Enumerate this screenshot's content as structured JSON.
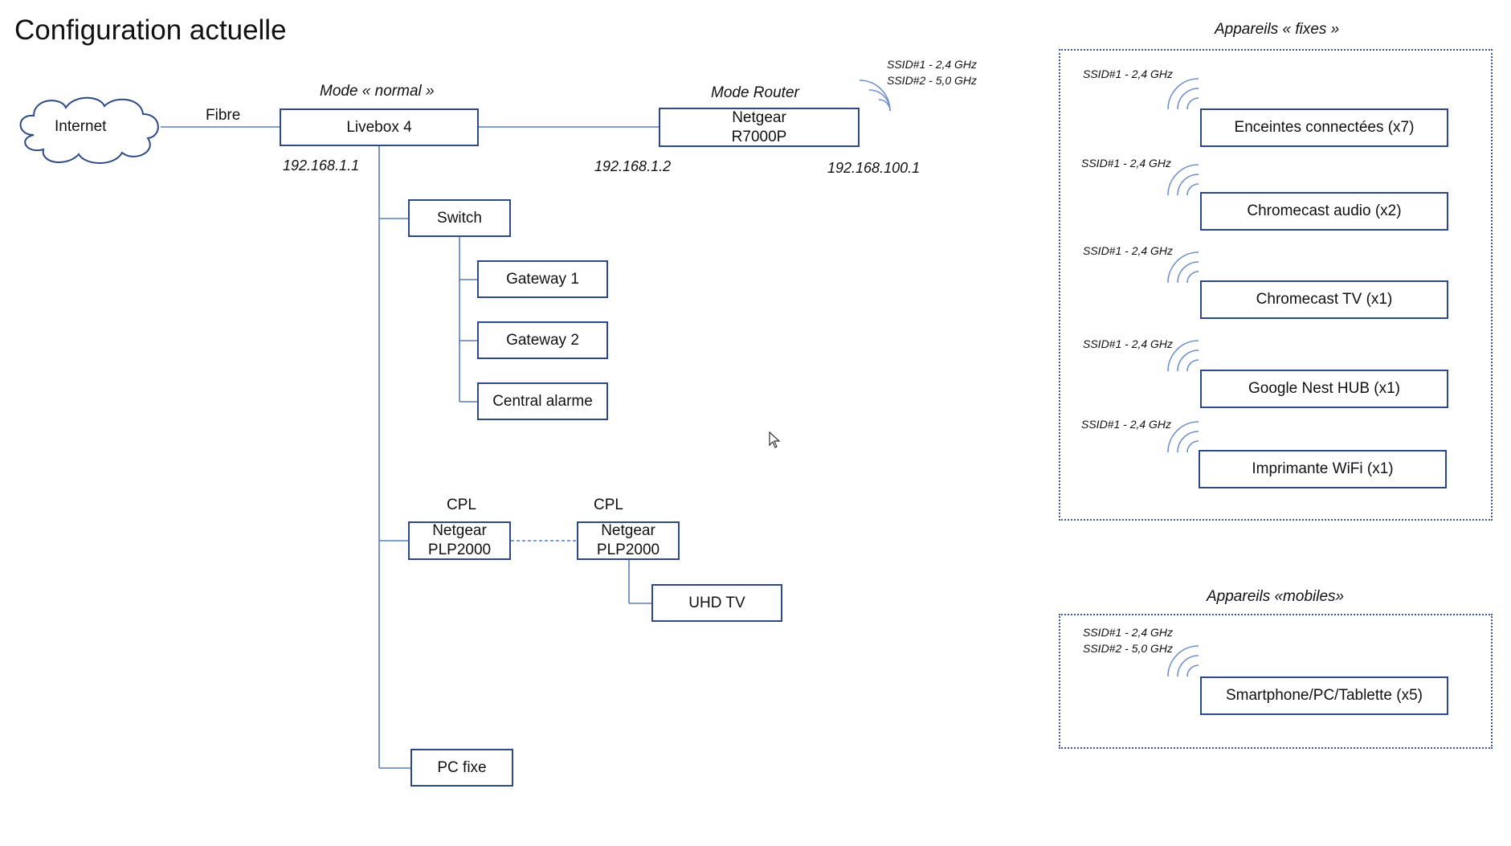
{
  "title": "Configuration actuelle",
  "internet": {
    "label": "Internet",
    "link_label": "Fibre"
  },
  "livebox": {
    "mode": "Mode « normal »",
    "name": "Livebox 4",
    "ip": "192.168.1.1"
  },
  "router": {
    "mode": "Mode Router",
    "line1": "Netgear",
    "line2": "R7000P",
    "ip_wan": "192.168.1.2",
    "ip_lan": "192.168.100.1",
    "ssid1": "SSID#1 - 2,4 GHz",
    "ssid2": "SSID#2 - 5,0 GHz"
  },
  "switch": {
    "label": "Switch",
    "children": [
      "Gateway 1",
      "Gateway 2",
      "Central alarme"
    ]
  },
  "cpl": {
    "left": {
      "caption": "CPL",
      "line1": "Netgear",
      "line2": "PLP2000"
    },
    "right": {
      "caption": "CPL",
      "line1": "Netgear",
      "line2": "PLP2000"
    },
    "tv": "UHD TV"
  },
  "pc": "PC fixe",
  "fixed_devices": {
    "title": "Appareils « fixes »",
    "items": [
      {
        "ssid": "SSID#1 - 2,4 GHz",
        "label": "Enceintes connectées (x7)"
      },
      {
        "ssid": "SSID#1 - 2,4 GHz",
        "label": "Chromecast audio (x2)"
      },
      {
        "ssid": "SSID#1 - 2,4 GHz",
        "label": "Chromecast TV (x1)"
      },
      {
        "ssid": "SSID#1 - 2,4 GHz",
        "label": "Google Nest HUB (x1)"
      },
      {
        "ssid": "SSID#1 - 2,4 GHz",
        "label": "Imprimante WiFi (x1)"
      }
    ]
  },
  "mobile_devices": {
    "title": "Appareils «mobiles»",
    "ssid1": "SSID#1 - 2,4 GHz",
    "ssid2": "SSID#2 - 5,0 GHz",
    "label": "Smartphone/PC/Tablette (x5)"
  },
  "colors": {
    "box_border": "#2e4a86",
    "line": "#5b7fb8",
    "wifi": "#6f91c9",
    "group_border": "#3c5a96"
  },
  "icons": [
    "cloud-icon",
    "wifi-signal-icon",
    "mouse-cursor-icon"
  ]
}
